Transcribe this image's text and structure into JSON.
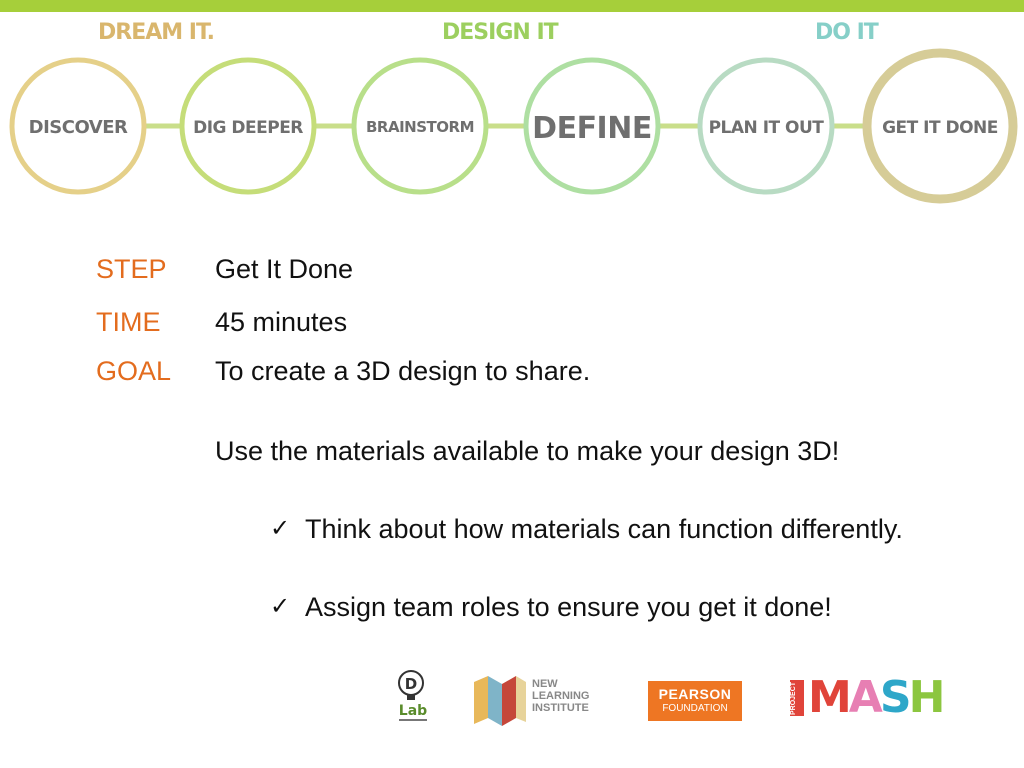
{
  "phases": [
    {
      "label": "DREAM IT.",
      "color": "#d9b66d"
    },
    {
      "label": "DESIGN IT",
      "color": "#9ccf5f"
    },
    {
      "label": "DO IT",
      "color": "#86cfc8"
    }
  ],
  "steps": [
    {
      "label": "DISCOVER",
      "color": "#e5d089"
    },
    {
      "label": "DIG DEEPER",
      "color": "#c5dd79"
    },
    {
      "label": "BRAINSTORM",
      "color": "#b8df8a"
    },
    {
      "label": "DEFINE",
      "color": "#aedfa2"
    },
    {
      "label": "PLAN IT OUT",
      "color": "#b8dbc3"
    },
    {
      "label": "GET IT DONE",
      "color": "#d6cc97"
    }
  ],
  "connector_color": "#c9de8a",
  "accent_color": "#e36c1e",
  "info": {
    "step_label": "STEP",
    "step_value": "Get It Done",
    "time_label": "TIME",
    "time_value": "45 minutes",
    "goal_label": "GOAL",
    "goal_value": "To create a 3D design to share.",
    "instruction": "Use the materials available to make your design 3D!",
    "bullets": [
      "Think about how materials can function differently.",
      "Assign team roles to ensure you get it done!"
    ],
    "check_glyph": "✓"
  },
  "logos": {
    "dlab": "Lab",
    "dlab_d": "D",
    "nli_line1": "NEW",
    "nli_line2": "LEARNING",
    "nli_line3": "INSTITUTE",
    "pearson_line1": "PEARSON",
    "pearson_line2": "FOUNDATION",
    "mash_project": "PROJECT",
    "mash": "MASH"
  }
}
